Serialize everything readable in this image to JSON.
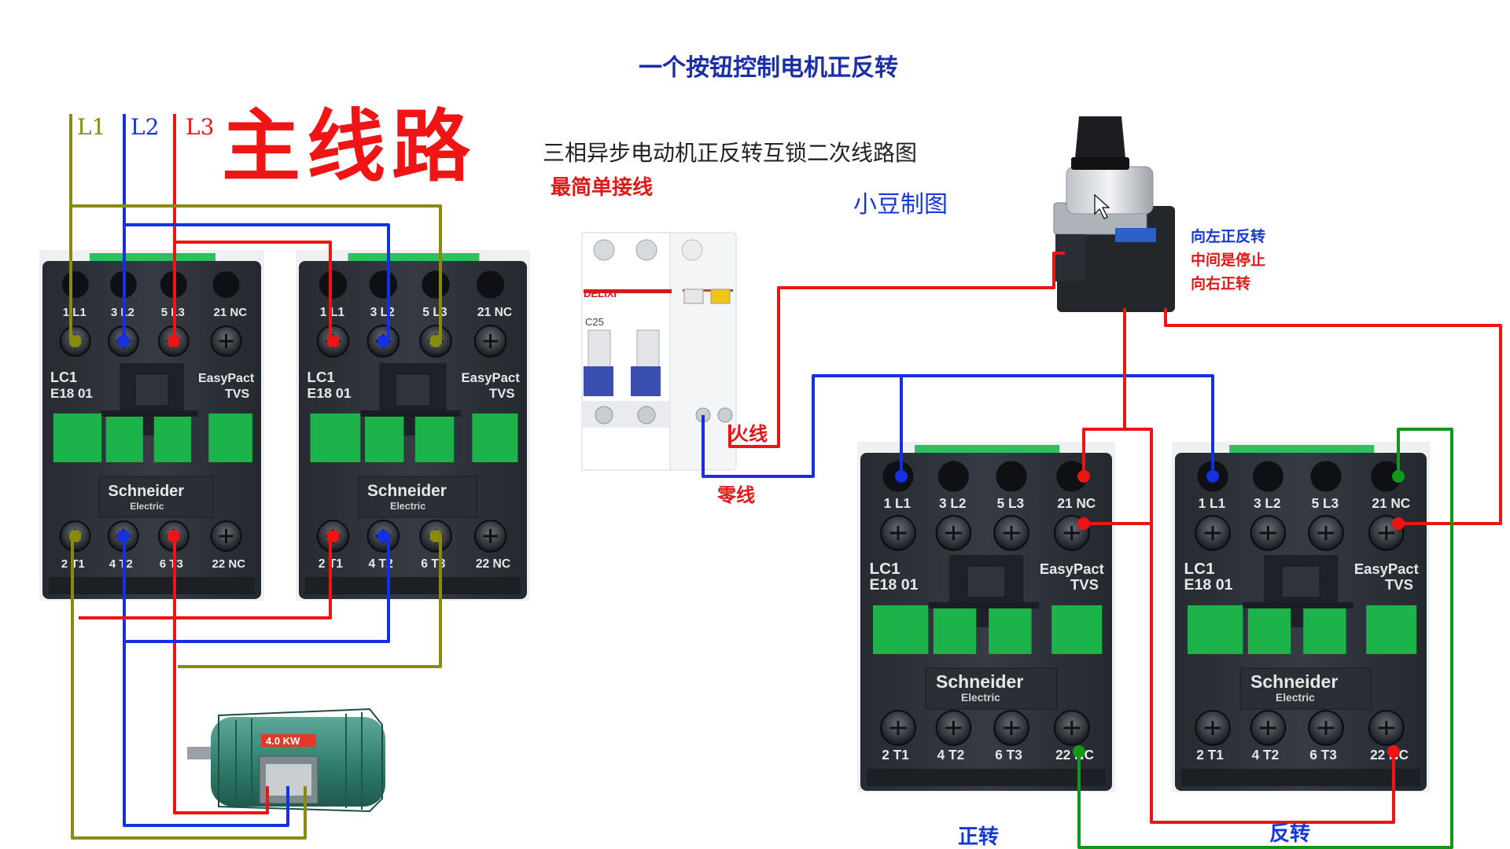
{
  "texts": {
    "title": "一个按钮控制电机正反转",
    "subtitle": "三相异步电动机正反转互锁二次线路图",
    "simplest": "最简单接线",
    "author": "小豆制图",
    "main_circuit": "主线路",
    "phase_l1": "L1",
    "phase_l2": "L2",
    "phase_l3": "L3",
    "live_wire": "火线",
    "neutral_wire": "零线",
    "switch_left": "向左正反转",
    "switch_middle": "中间是停止",
    "switch_right": "向右正转",
    "forward": "正转",
    "reverse": "反转"
  },
  "contactor": {
    "model_line1": "LC1",
    "model_line2": "E18 01",
    "series_line1": "EasyPact",
    "series_line2": "TVS",
    "brand": "Schneider",
    "brand_sub": "Electric",
    "top_labels": [
      "1 L1",
      "3 L2",
      "5 L3",
      "21 NC"
    ],
    "bottom_labels": [
      "2 T1",
      "4 T2",
      "6 T3",
      "22 NC"
    ]
  },
  "breaker": {
    "brand": "DELIXI",
    "rating": "C25"
  },
  "motor": {
    "power": "4.0 KW"
  },
  "colors": {
    "l1": "#8a8a10",
    "l2": "#1530e0",
    "l3": "#ee1414",
    "control_green": "#109818",
    "contactor_body": "#2b3038",
    "contactor_green": "#1bb34a",
    "title_blue": "#1a2ea8"
  }
}
